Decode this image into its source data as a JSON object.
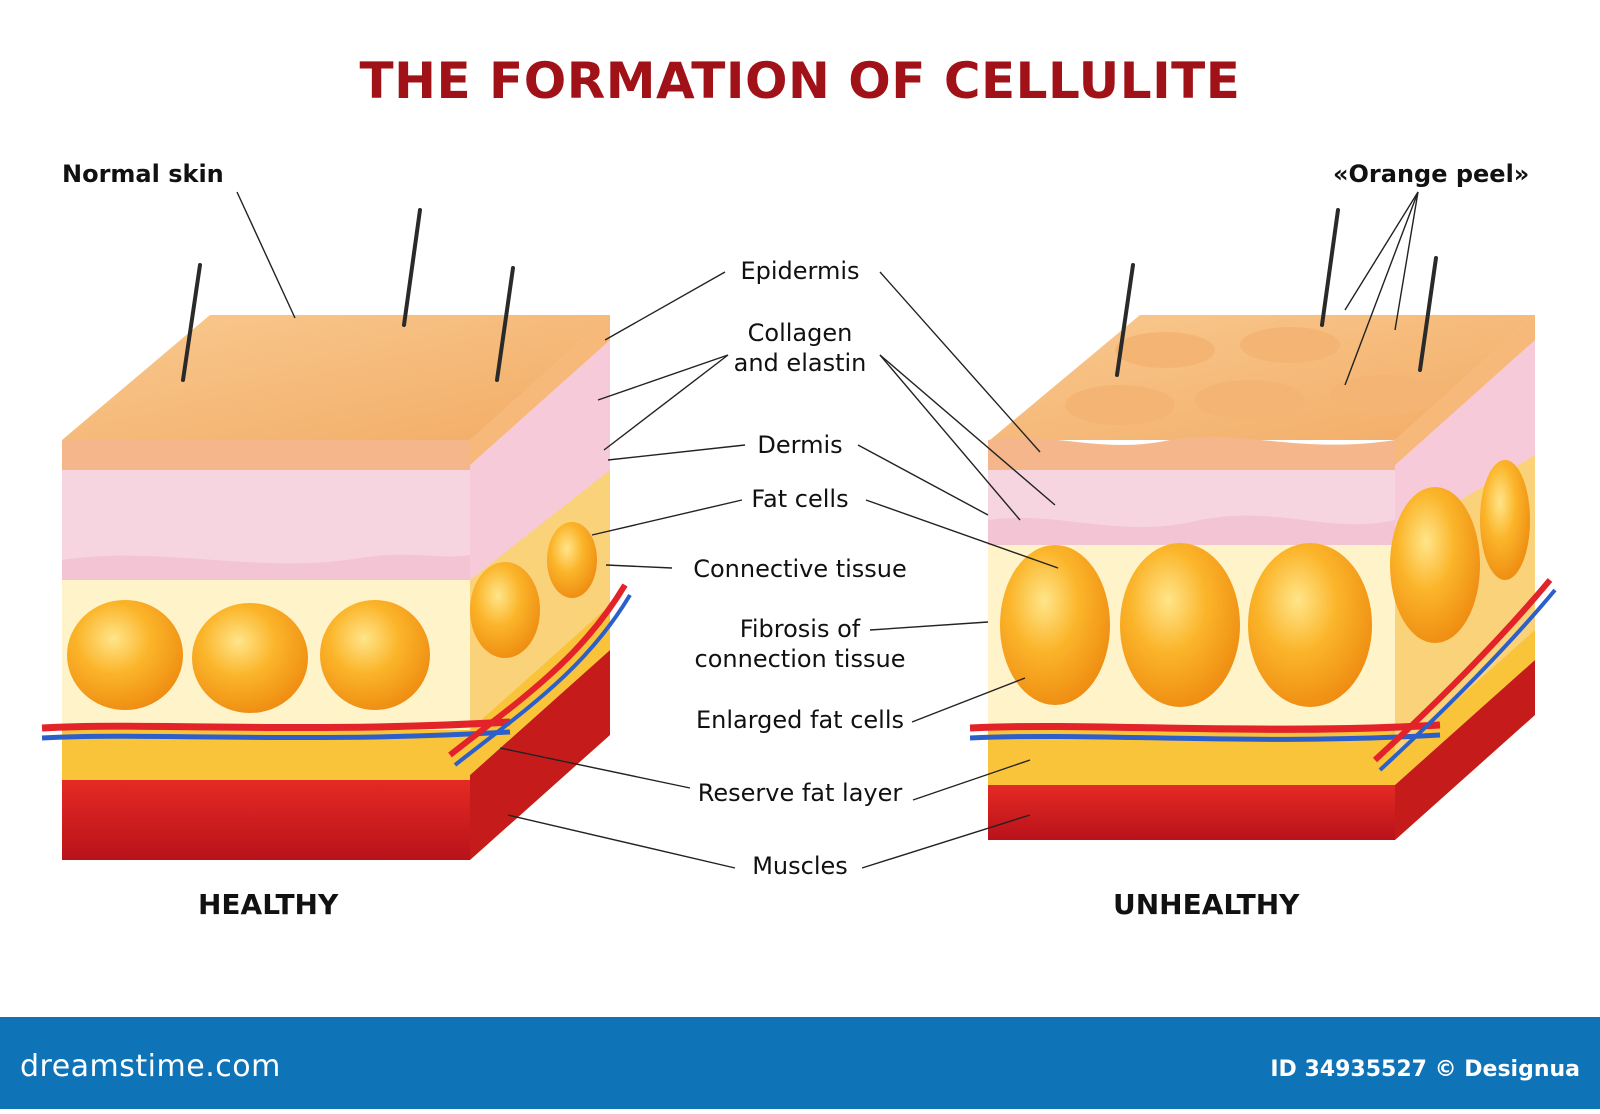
{
  "title": "THE FORMATION OF CELLULITE",
  "corner_labels": {
    "left": "Normal skin",
    "right": "«Orange peel»"
  },
  "panel_labels": {
    "healthy": "HEALTHY",
    "unhealthy": "UNHEALTHY"
  },
  "center_labels": [
    "Epidermis",
    "Collagen\nand elastin",
    "Dermis",
    "Fat cells",
    "Connective tissue",
    "Fibrosis of\nconnection tissue",
    "Enlarged fat cells",
    "Reserve fat layer",
    "Muscles"
  ],
  "footer": {
    "brand": "dreamstime.com",
    "credit": "ID 34935527 © Designua"
  },
  "colors": {
    "title": "#a01218",
    "epidermis": "#f6b97a",
    "dermis": "#f7d4e0",
    "fat": "#f7a21b",
    "connective": "#fff4d0",
    "reserve_fat": "#f9c43a",
    "muscle": "#d71d1d",
    "artery": "#e2232a",
    "vein": "#2c5fc9",
    "footer_bg": "#0e73b7"
  }
}
